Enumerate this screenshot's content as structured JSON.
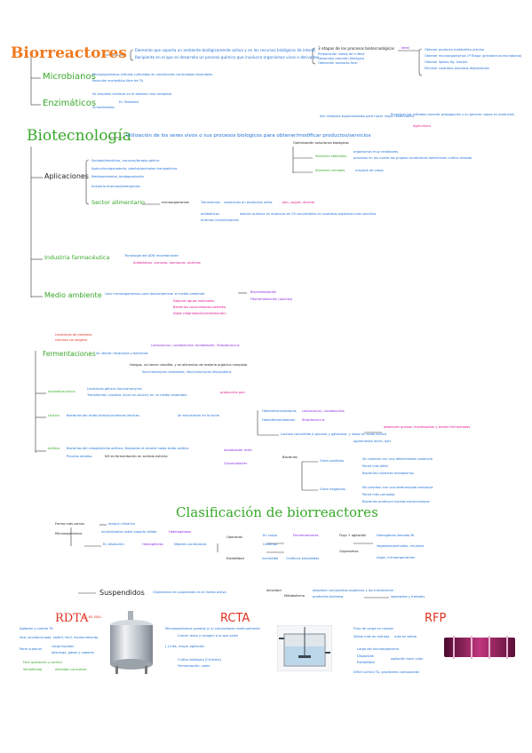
{
  "colors": {
    "title_orange": "#f07a1e",
    "green": "#37a829",
    "blue": "#1e6fd6",
    "pink": "#e0138c",
    "red": "#e0301e",
    "purple": "#8a2be2",
    "black": "#222222"
  },
  "bio": {
    "title": "Biorreactores",
    "desc1": "Elemento que soporta un ambiente biológicamente activo y en los recursos biológicos de interés",
    "desc2": "Recipiente en el que se desarrolla un proceso químico que involucra organismos vivos o derivados",
    "stages_label": "3 etapas de los procesos biotecnológicos",
    "stage1": "Preparación medio de cultivo",
    "stage2": "Desarrollo reacción biológica",
    "stage3": "Obtención producto final",
    "ideal_label": "Ideal",
    "ideal1": "Obtener producto metabólico preciso",
    "ideal2": "Obtener microorganismos 1ª Etapa (prevalencia microbiana)",
    "ideal3": "Obtener lípidos Hg. Hacker",
    "ideal4": "Eliminar sustratos procesos degradación",
    "microbianos": "Microbianos",
    "micro1": "Microorganismos (células cultivadas en condiciones controladas favorables",
    "micro2": "Reacción enzimática libre de TA",
    "enzimaticos": "Enzimáticos",
    "enz1": "Se emplean enzimas en el sistema vivo completo",
    "enz2": "Inmovilizadas",
    "enz3": "En Totalidad"
  },
  "biotec": {
    "title": "Biotecnología",
    "def": "Utilización de los seres vivos o sus procesos biológicos para obtener/modificar productos/servicios",
    "top1": "Son métodos especializados para hacer mejor rendimiento",
    "top2": "Promover los métodos durante propagación y su generar capas en productos",
    "top3": "Agricultura",
    "opt_label": "Optimización soluciones biológicas",
    "sys_label": "Sistemas obtenidos",
    "sys_text1": "organismos muy rendidores",
    "sys_text2": "procesos en los cuales las propias condiciones determinan cultivo aireado",
    "sys2_label": "Sistemas cerrados",
    "sys2_text": "mayoría de casos",
    "apps": "Aplicaciones",
    "app1": "Sanidad/medicina, vacunas/terapia génica",
    "app2": "Agricultura/ganadería, plantas/animales transgénicos",
    "app3": "Medioambiental, biodegradación",
    "app4": "Industria enzimas/detergentes",
    "app5": "Sector alimentario",
    "alim1": "microorganismos",
    "alim2": "Transforman",
    "alim3": "sustancias en productos útiles",
    "alim4": "pan, yogurt, alcohol",
    "alim5": "antibióticos",
    "alim6": "enzimas recombinantes",
    "alim7": "adición química en ausencia de O2 convertibles en sustratos orgánicos más sencillos",
    "farma": "Industria farmacéutica",
    "farma1": "Tecnología del ADN recombinante",
    "farma2": "Antibióticos, vacunas, hormonas, enzimas",
    "medio": "Medio ambiente",
    "medio1": "Usar microorganismos para descontaminar el medio ambiente",
    "medio2": "Depurar aguas residuales",
    "medio3": "Bacterias consumidoras petróleo",
    "medio4": "Algas (degradación/remediación)",
    "medio5": "Biorremediación",
    "medio6": "Fitorremediación (plantas)"
  },
  "ferm": {
    "title": "Fermentaciones",
    "pre1": "Levaduras de procesos",
    "pre2": "celulosa sin oxígeno",
    "by": "Se utilizan levaduras y bacterias",
    "by2": "Lactococcus, Lactobacillus, Acetobacter, Streptococcus",
    "note1": "Hongos, no tienen clorofila, y se alimentan de materia orgánica compleja",
    "note2": "Saccharomyces cerevisiae, Saccharomyces ellipsoideus",
    "alc": "Alcohólica/cítrica",
    "alc1": "Levaduras género Saccharomyces",
    "alc2": "Transforman Líquidos (ricos en azúcar) en un medio anaerobio",
    "alc3": "producción pan",
    "lac": "Láctica",
    "lac1": "Bacterias del ácido láctico/Levaduras lácticas",
    "lac2": "Se encuentran en la leche",
    "lac3": "Heterofermentadoras",
    "lac4": "Lactococcus, Lactobacillus",
    "lac5": "Homofermentadoras",
    "lac6": "Streptococcus",
    "lac7": "Lactosa convertida a glucosa y galactosa, y luego en ácido láctico",
    "lac8": "obtención quesos, mantequillas y leches fermentadas",
    "lac9": "agriamiento leche, kpH",
    "ace": "Acética",
    "ace1": "Bacterias del vinagre/ácido acético, Degradan el alcohol hasta ácido acético",
    "ace2": "Proceso aerobio",
    "ace3": "NO es fermentación en sentido estricto",
    "ace4": "Acetobacter aceti",
    "ace5": "Gluconobacter",
    "bact": "Bacterias",
    "gp": "Gram positivas",
    "gp1": "Se colorean con una determinada sustancia",
    "gp2": "Pared más débil",
    "gp3": "Bacterias cubiertas endotoxinas",
    "gn": "Gram negativas",
    "gn1": "No colorean con una determinada sustancia",
    "gn2": "Pared más compleja",
    "gn3": "Bacterias producen toxinas extracelulares"
  },
  "clasif": {
    "title": "Clasificación de biorreactores",
    "forma": "Forma más común",
    "forma1": "tanque cilíndrico",
    "micro": "Microorganismos",
    "micro1": "inmovilizados sobre soporte sólido",
    "micro2": "Heterogéneos",
    "micro3": "En disolución",
    "micro4": "Homogéneos",
    "micro5": "Mejores condiciones",
    "op": "Operación",
    "op1": "En carga",
    "op2": "Fermentaciones",
    "op3": "Continuo",
    "estab": "Estabilidad",
    "estab1": "necesidad",
    "estab2": "Cinéticas estudiadas",
    "flujo": "Flujo + agitación",
    "flujo1": "Homogéneo llamado BI",
    "org": "Organismos",
    "org1": "Vegetales/animales, celulares",
    "org2": "Algas, microorganismos",
    "susp": "Suspendidos",
    "susp1": "Organismos en suspensión en el medio activo",
    "activ": "Actividad",
    "activ1": "Metabolismo",
    "activ2": "absorben compuestos orgánicos y los transforman",
    "activ3": "productos biomasa",
    "activ4": "separados y tratados"
  },
  "rdta": {
    "title": "RDTA",
    "subtitle": "5L - 65.000L",
    "l1": "Agitador y control TA",
    "l2": "Aire, acondicionado, estéril, fácil, mantenimiento",
    "l3": "Parte superior",
    "l4": "carga líquidos",
    "l5": "descarga, gases y vapores",
    "l6": "Fácil operación y control",
    "l7": "Versatilidad",
    "l8": "elevados consumos"
  },
  "rcta": {
    "title": "RCTA",
    "l1": "Microorganismos puestos (c.s) calculadores continuamente",
    "l2": "Crecen lento y recogen a la que salen",
    "l3": "[ ] más, mayor agitación",
    "l4": "Cultivo biológico [Ciclismo]",
    "l5": "Fermentación, sales"
  },
  "rfp": {
    "title": "RFP",
    "l1": "Flujo de carga en reactor",
    "l2": "Sólido más en entrada",
    "l3": "más en salida",
    "l4": "Largo del microorganismo",
    "l5": "Disponible",
    "l6": "Estabilidad",
    "l7": "agitación hace calor",
    "l8": "Difícil control TA, gradientes composición"
  }
}
